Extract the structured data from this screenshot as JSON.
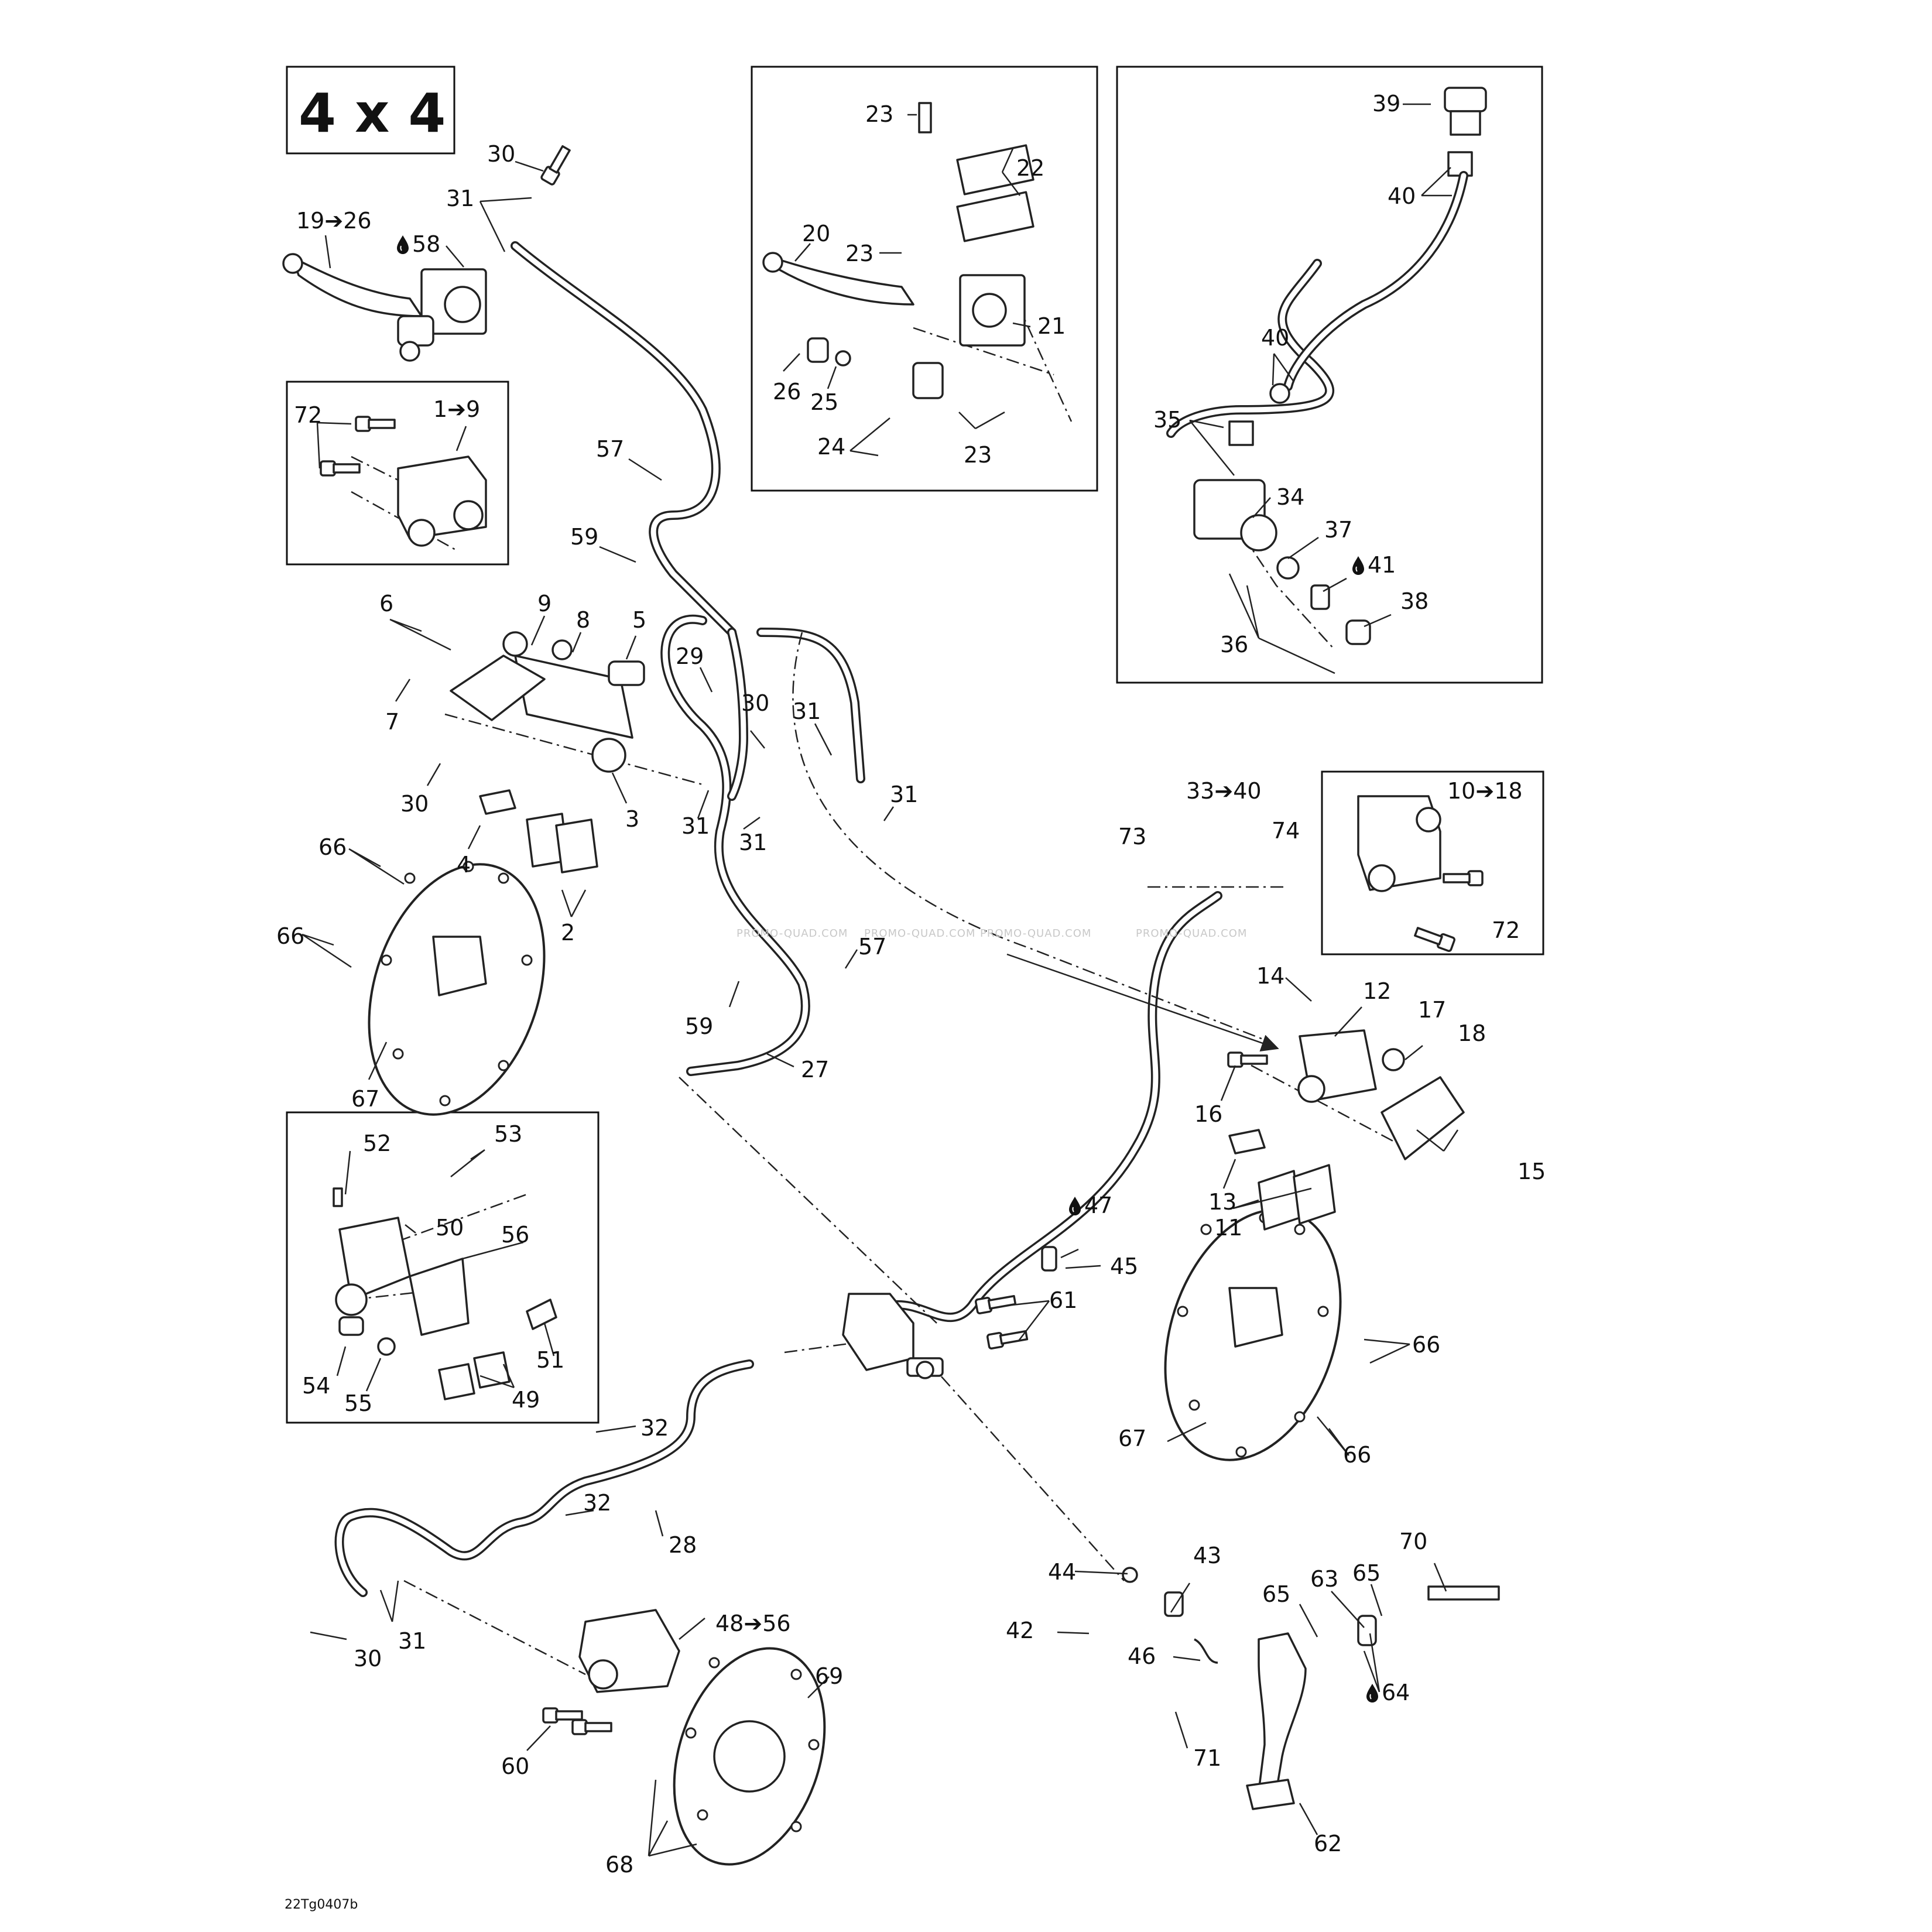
{
  "title": "4 x 4",
  "reference_code": "22Tg0407b",
  "watermark": "PROMO-QUAD.COM",
  "drop_icon": "oil-drop-icon",
  "callouts": {
    "c30a": "30",
    "c31a": "31",
    "c19_26": "19➔26",
    "c58": "58",
    "c72a": "72",
    "c1_9": "1➔9",
    "c23a": "23",
    "c22": "22",
    "c20": "20",
    "c23b": "23",
    "c21": "21",
    "c26": "26",
    "c25": "25",
    "c24": "24",
    "c23c": "23",
    "c39": "39",
    "c40a": "40",
    "c40b": "40",
    "c35": "35",
    "c34": "34",
    "c37": "37",
    "c41": "41",
    "c38": "38",
    "c36": "36",
    "c57a": "57",
    "c59a": "59",
    "c6": "6",
    "c9": "9",
    "c8": "8",
    "c5": "5",
    "c7": "7",
    "c29": "29",
    "c30b": "30",
    "c31b": "31",
    "c30c": "30",
    "c3": "3",
    "c31c": "31",
    "c31d": "31",
    "c31e": "31",
    "c4": "4",
    "c2": "2",
    "c33_40": "33➔40",
    "c73": "73",
    "c74": "74",
    "c10_18": "10➔18",
    "c72b": "72",
    "c66a": "66",
    "c66b": "66",
    "c67a": "67",
    "c57b": "57",
    "c59b": "59",
    "c27": "27",
    "c14": "14",
    "c12": "12",
    "c17": "17",
    "c18": "18",
    "c16": "16",
    "c13": "13",
    "c15": "15",
    "c11": "11",
    "c52": "52",
    "c53": "53",
    "c50": "50",
    "c56": "56",
    "c54": "54",
    "c55": "55",
    "c51": "51",
    "c49": "49",
    "c47": "47",
    "c45": "45",
    "c61": "61",
    "c66c": "66",
    "c66d": "66",
    "c67b": "67",
    "c32a": "32",
    "c32b": "32",
    "c28": "28",
    "c31f": "31",
    "c30d": "30",
    "c48_56": "48➔56",
    "c69": "69",
    "c60": "60",
    "c68": "68",
    "c44": "44",
    "c43": "43",
    "c42": "42",
    "c46": "46",
    "c65a": "65",
    "c63": "63",
    "c65b": "65",
    "c70": "70",
    "c64": "64",
    "c71": "71",
    "c62": "62"
  }
}
